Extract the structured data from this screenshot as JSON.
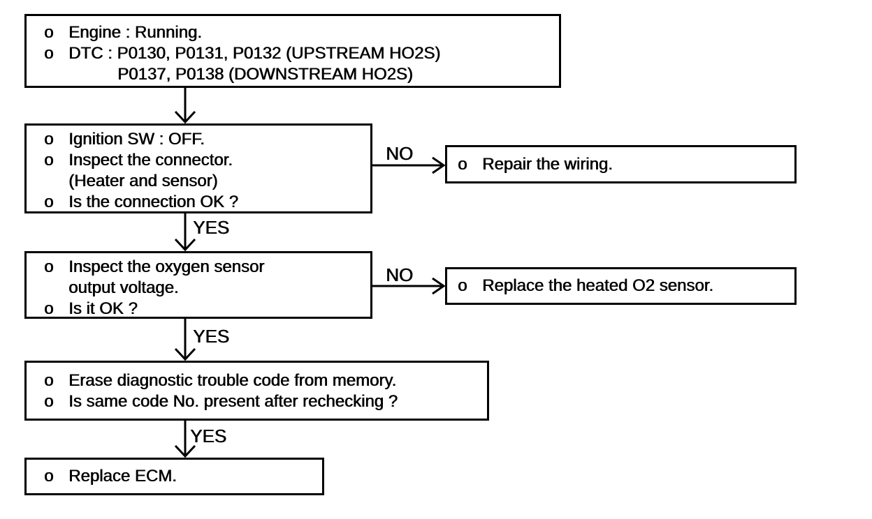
{
  "colors": {
    "background": "#ffffff",
    "ink": "#000000"
  },
  "labels": {
    "yes": "YES",
    "no": "NO"
  },
  "boxes": {
    "start": {
      "lines": [
        {
          "bullet": "o",
          "text": "Engine : Running."
        },
        {
          "bullet": "o",
          "text": "DTC : P0130, P0131, P0132 (UPSTREAM HO2S)"
        },
        {
          "bullet": "",
          "text": "P0137, P0138 (DOWNSTREAM HO2S)"
        }
      ]
    },
    "check_connector": {
      "lines": [
        {
          "bullet": "o",
          "text": "Ignition SW : OFF."
        },
        {
          "bullet": "o",
          "text": "Inspect the connector."
        },
        {
          "bullet": "",
          "text": "(Heater and sensor)"
        },
        {
          "bullet": "o",
          "text": "Is the connection OK ?"
        }
      ]
    },
    "repair_wiring": {
      "lines": [
        {
          "bullet": "o",
          "text": "Repair the wiring."
        }
      ]
    },
    "check_voltage": {
      "lines": [
        {
          "bullet": "o",
          "text": "Inspect the oxygen sensor"
        },
        {
          "bullet": "",
          "text": "output voltage."
        },
        {
          "bullet": "o",
          "text": "Is it OK ?"
        }
      ]
    },
    "replace_sensor": {
      "lines": [
        {
          "bullet": "o",
          "text": "Replace the heated O2 sensor."
        }
      ]
    },
    "erase_code": {
      "lines": [
        {
          "bullet": "o",
          "text": "Erase diagnostic trouble code from memory."
        },
        {
          "bullet": "o",
          "text": "Is same code No. present after rechecking ?"
        }
      ]
    },
    "replace_ecm": {
      "lines": [
        {
          "bullet": "o",
          "text": "Replace ECM."
        }
      ]
    }
  }
}
